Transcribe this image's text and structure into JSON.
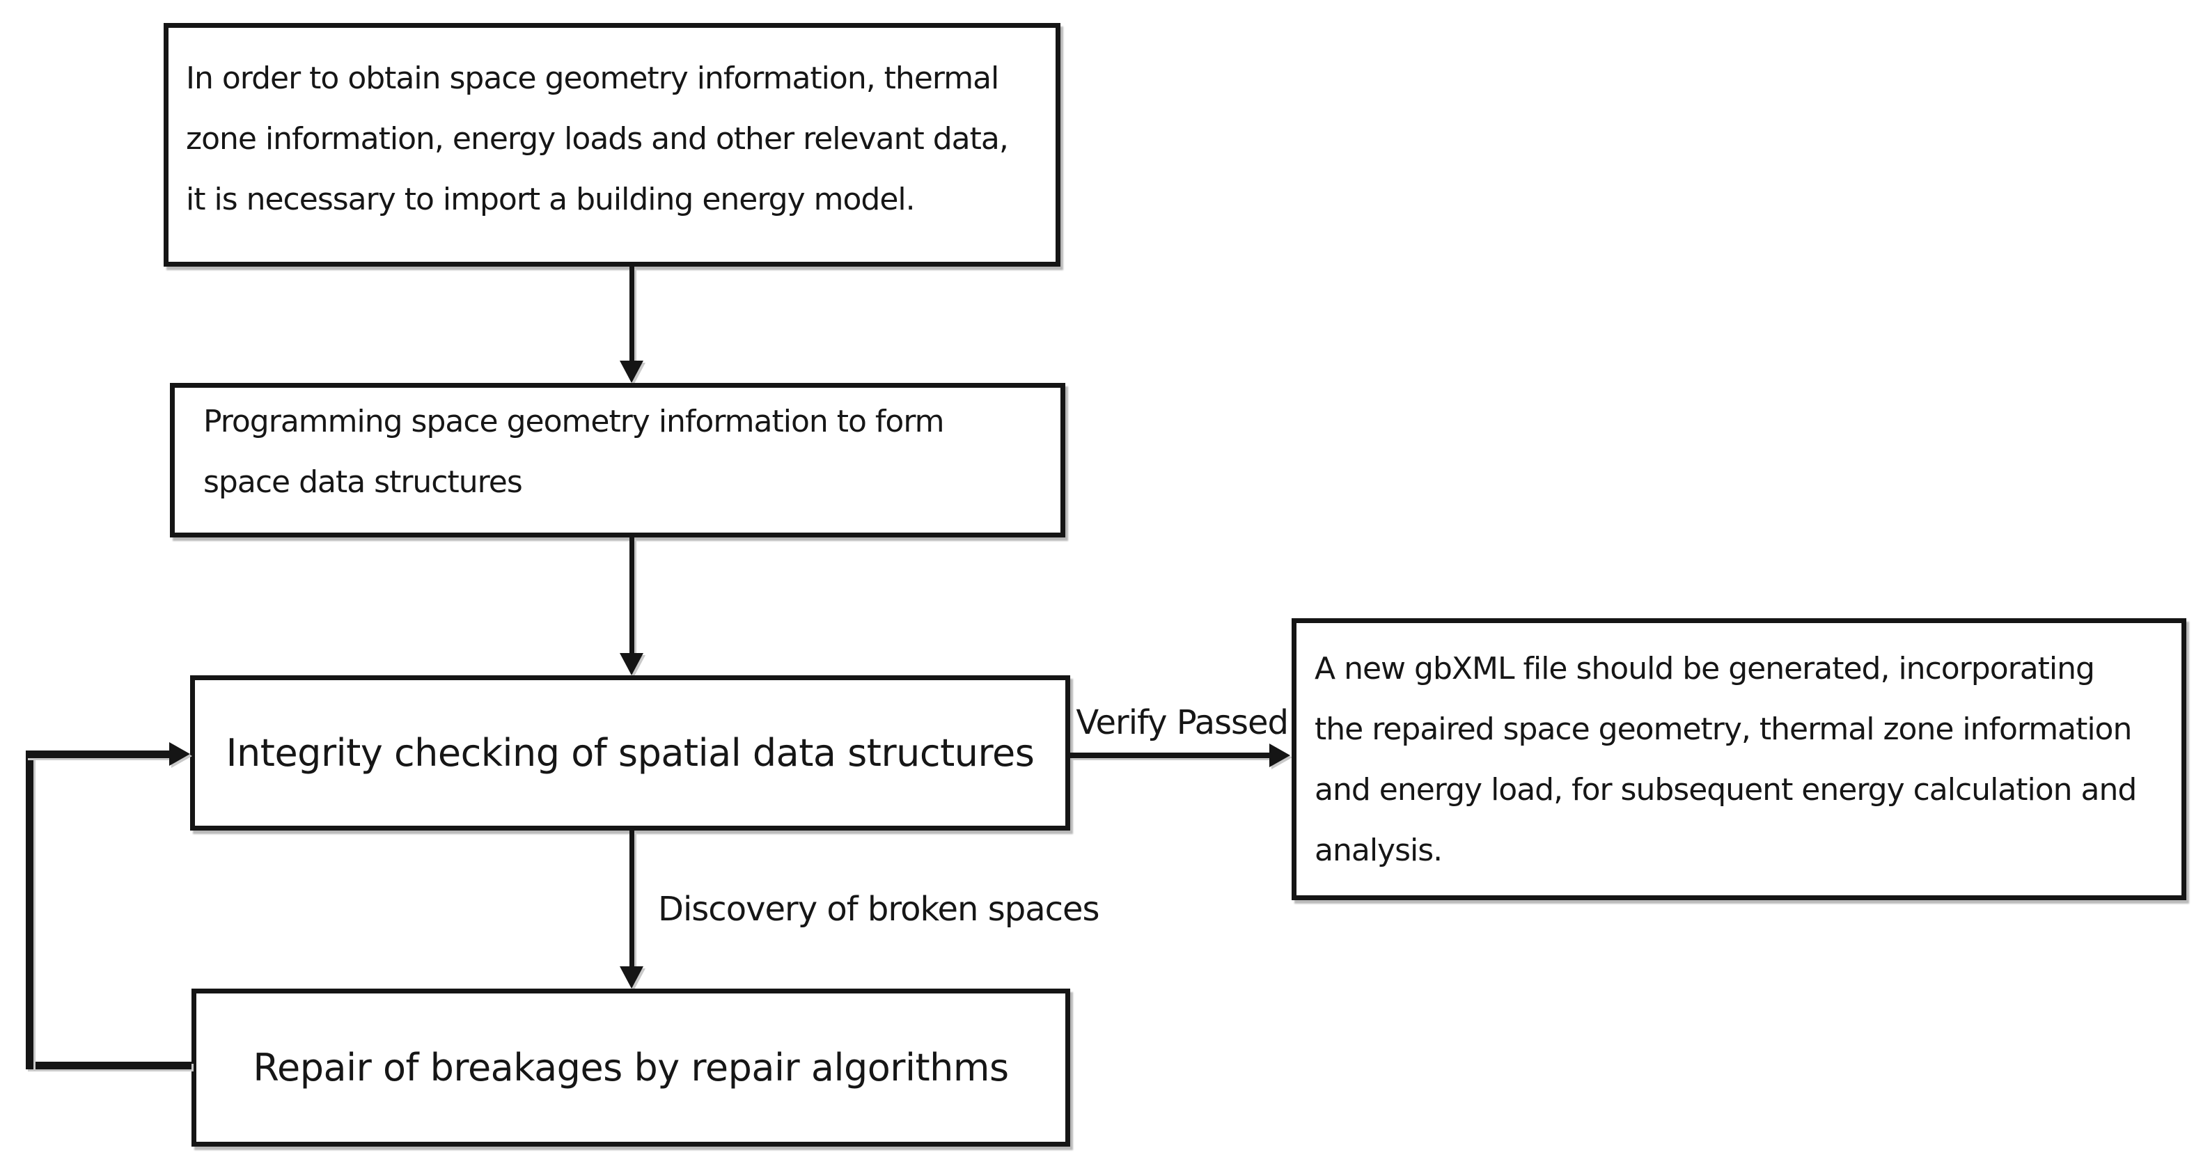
{
  "boxes": {
    "import_model": {
      "lines": [
        "In order to obtain space geometry information, thermal",
        "zone information, energy loads and other relevant data,",
        "it is necessary to import a building energy model."
      ]
    },
    "programming": {
      "lines": [
        "Programming space geometry information to form",
        "space data structures"
      ]
    },
    "integrity": {
      "lines": [
        "Integrity checking of spatial data structures"
      ]
    },
    "repair": {
      "lines": [
        "Repair of breakages by repair algorithms"
      ]
    },
    "gbxml": {
      "lines": [
        "A new gbXML file should be generated, incorporating",
        "the repaired space geometry, thermal zone information",
        "and energy load, for subsequent energy calculation and",
        "analysis."
      ]
    }
  },
  "labels": {
    "verify_passed": "Verify Passed",
    "discovery": "Discovery of broken spaces"
  },
  "colors": {
    "line": "#151515",
    "text": "#161616",
    "background": "#ffffff",
    "shadow": "#b9b9b9"
  }
}
